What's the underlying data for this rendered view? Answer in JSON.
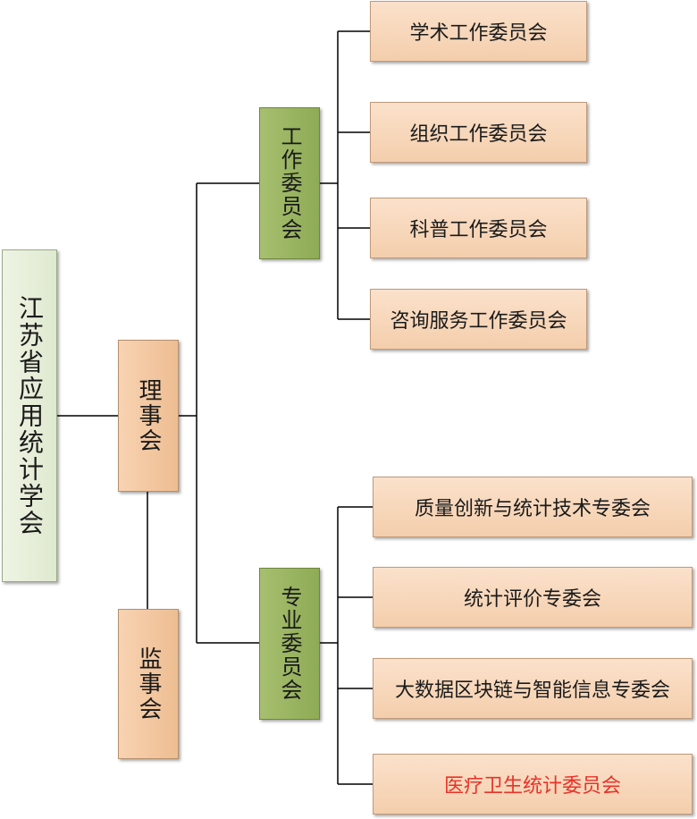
{
  "org": {
    "root": "江苏省应用统计学会",
    "council": "理事会",
    "supervisors": "监事会",
    "work_committees": {
      "label": "工作委员会",
      "items": [
        "学术工作委员会",
        "组织工作委员会",
        "科普工作委员会",
        "咨询服务工作委员会"
      ]
    },
    "special_committees": {
      "label": "专业委员会",
      "items": [
        "质量创新与统计技术专委会",
        "统计评价专委会",
        "大数据区块链与智能信息专委会",
        "医疗卫生统计委员会"
      ]
    }
  },
  "colors": {
    "root_fill": "#e4edd6",
    "peach_fill": "#f4ceac",
    "green_fill": "#9bb561",
    "highlight_text": "#e8332a",
    "line": "#000000"
  }
}
